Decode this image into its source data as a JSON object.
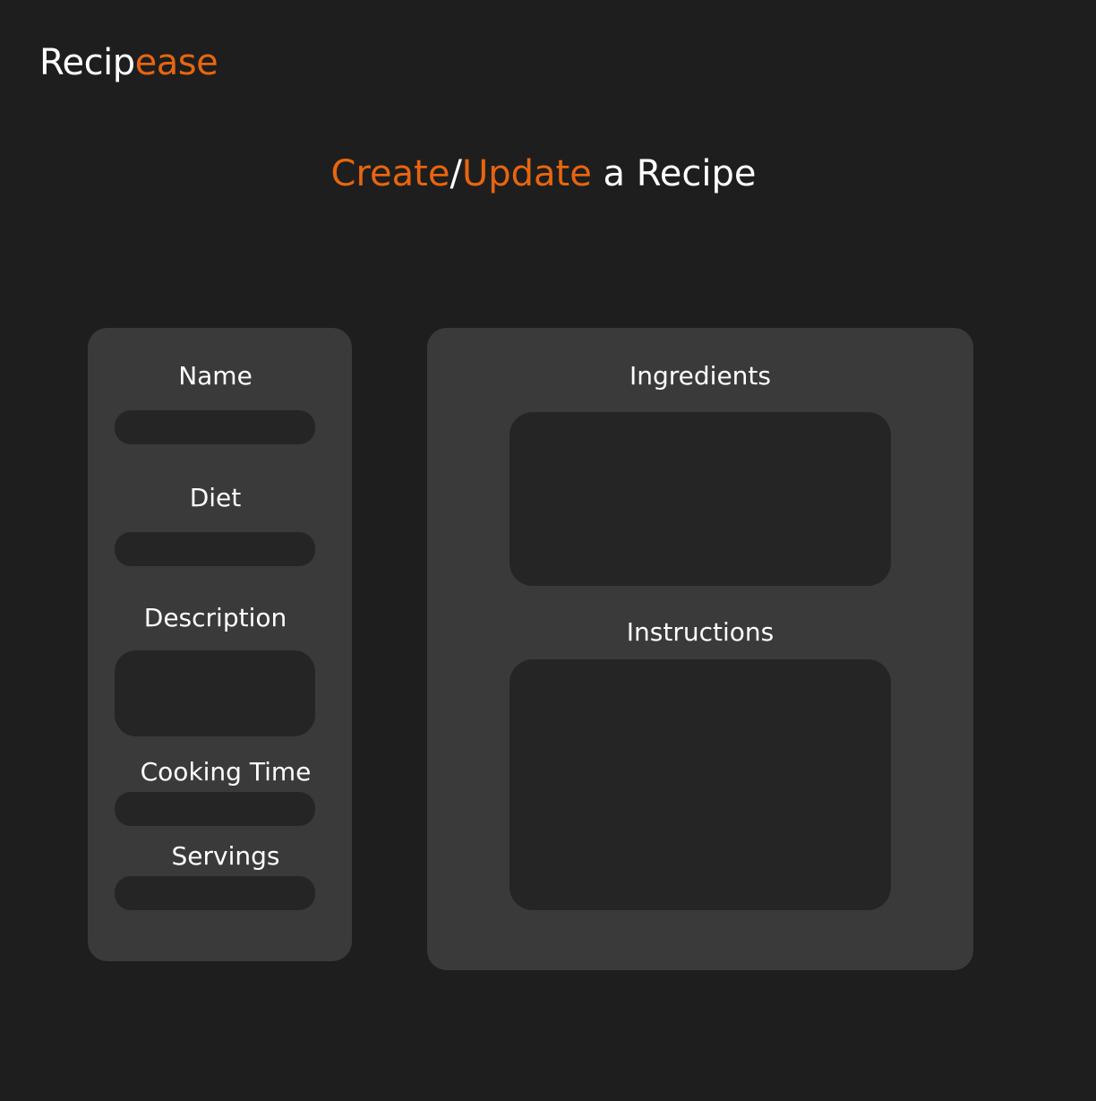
{
  "header": {
    "logo_part1": "Recip",
    "logo_part2": "ease"
  },
  "page_title": {
    "create": "Create",
    "separator": "/",
    "update": "Update",
    "rest": " a Recipe"
  },
  "form": {
    "name": {
      "label": "Name",
      "value": ""
    },
    "diet": {
      "label": "Diet",
      "value": ""
    },
    "description": {
      "label": "Description",
      "value": ""
    },
    "cooking_time": {
      "label": "Cooking Time",
      "value": ""
    },
    "servings": {
      "label": "Servings",
      "value": ""
    },
    "ingredients": {
      "label": "Ingredients",
      "value": ""
    },
    "instructions": {
      "label": "Instructions",
      "value": ""
    }
  },
  "colors": {
    "background": "#1e1e1e",
    "panel": "#3a3a3a",
    "input": "#252525",
    "accent": "#e8650f",
    "text": "#ffffff"
  }
}
